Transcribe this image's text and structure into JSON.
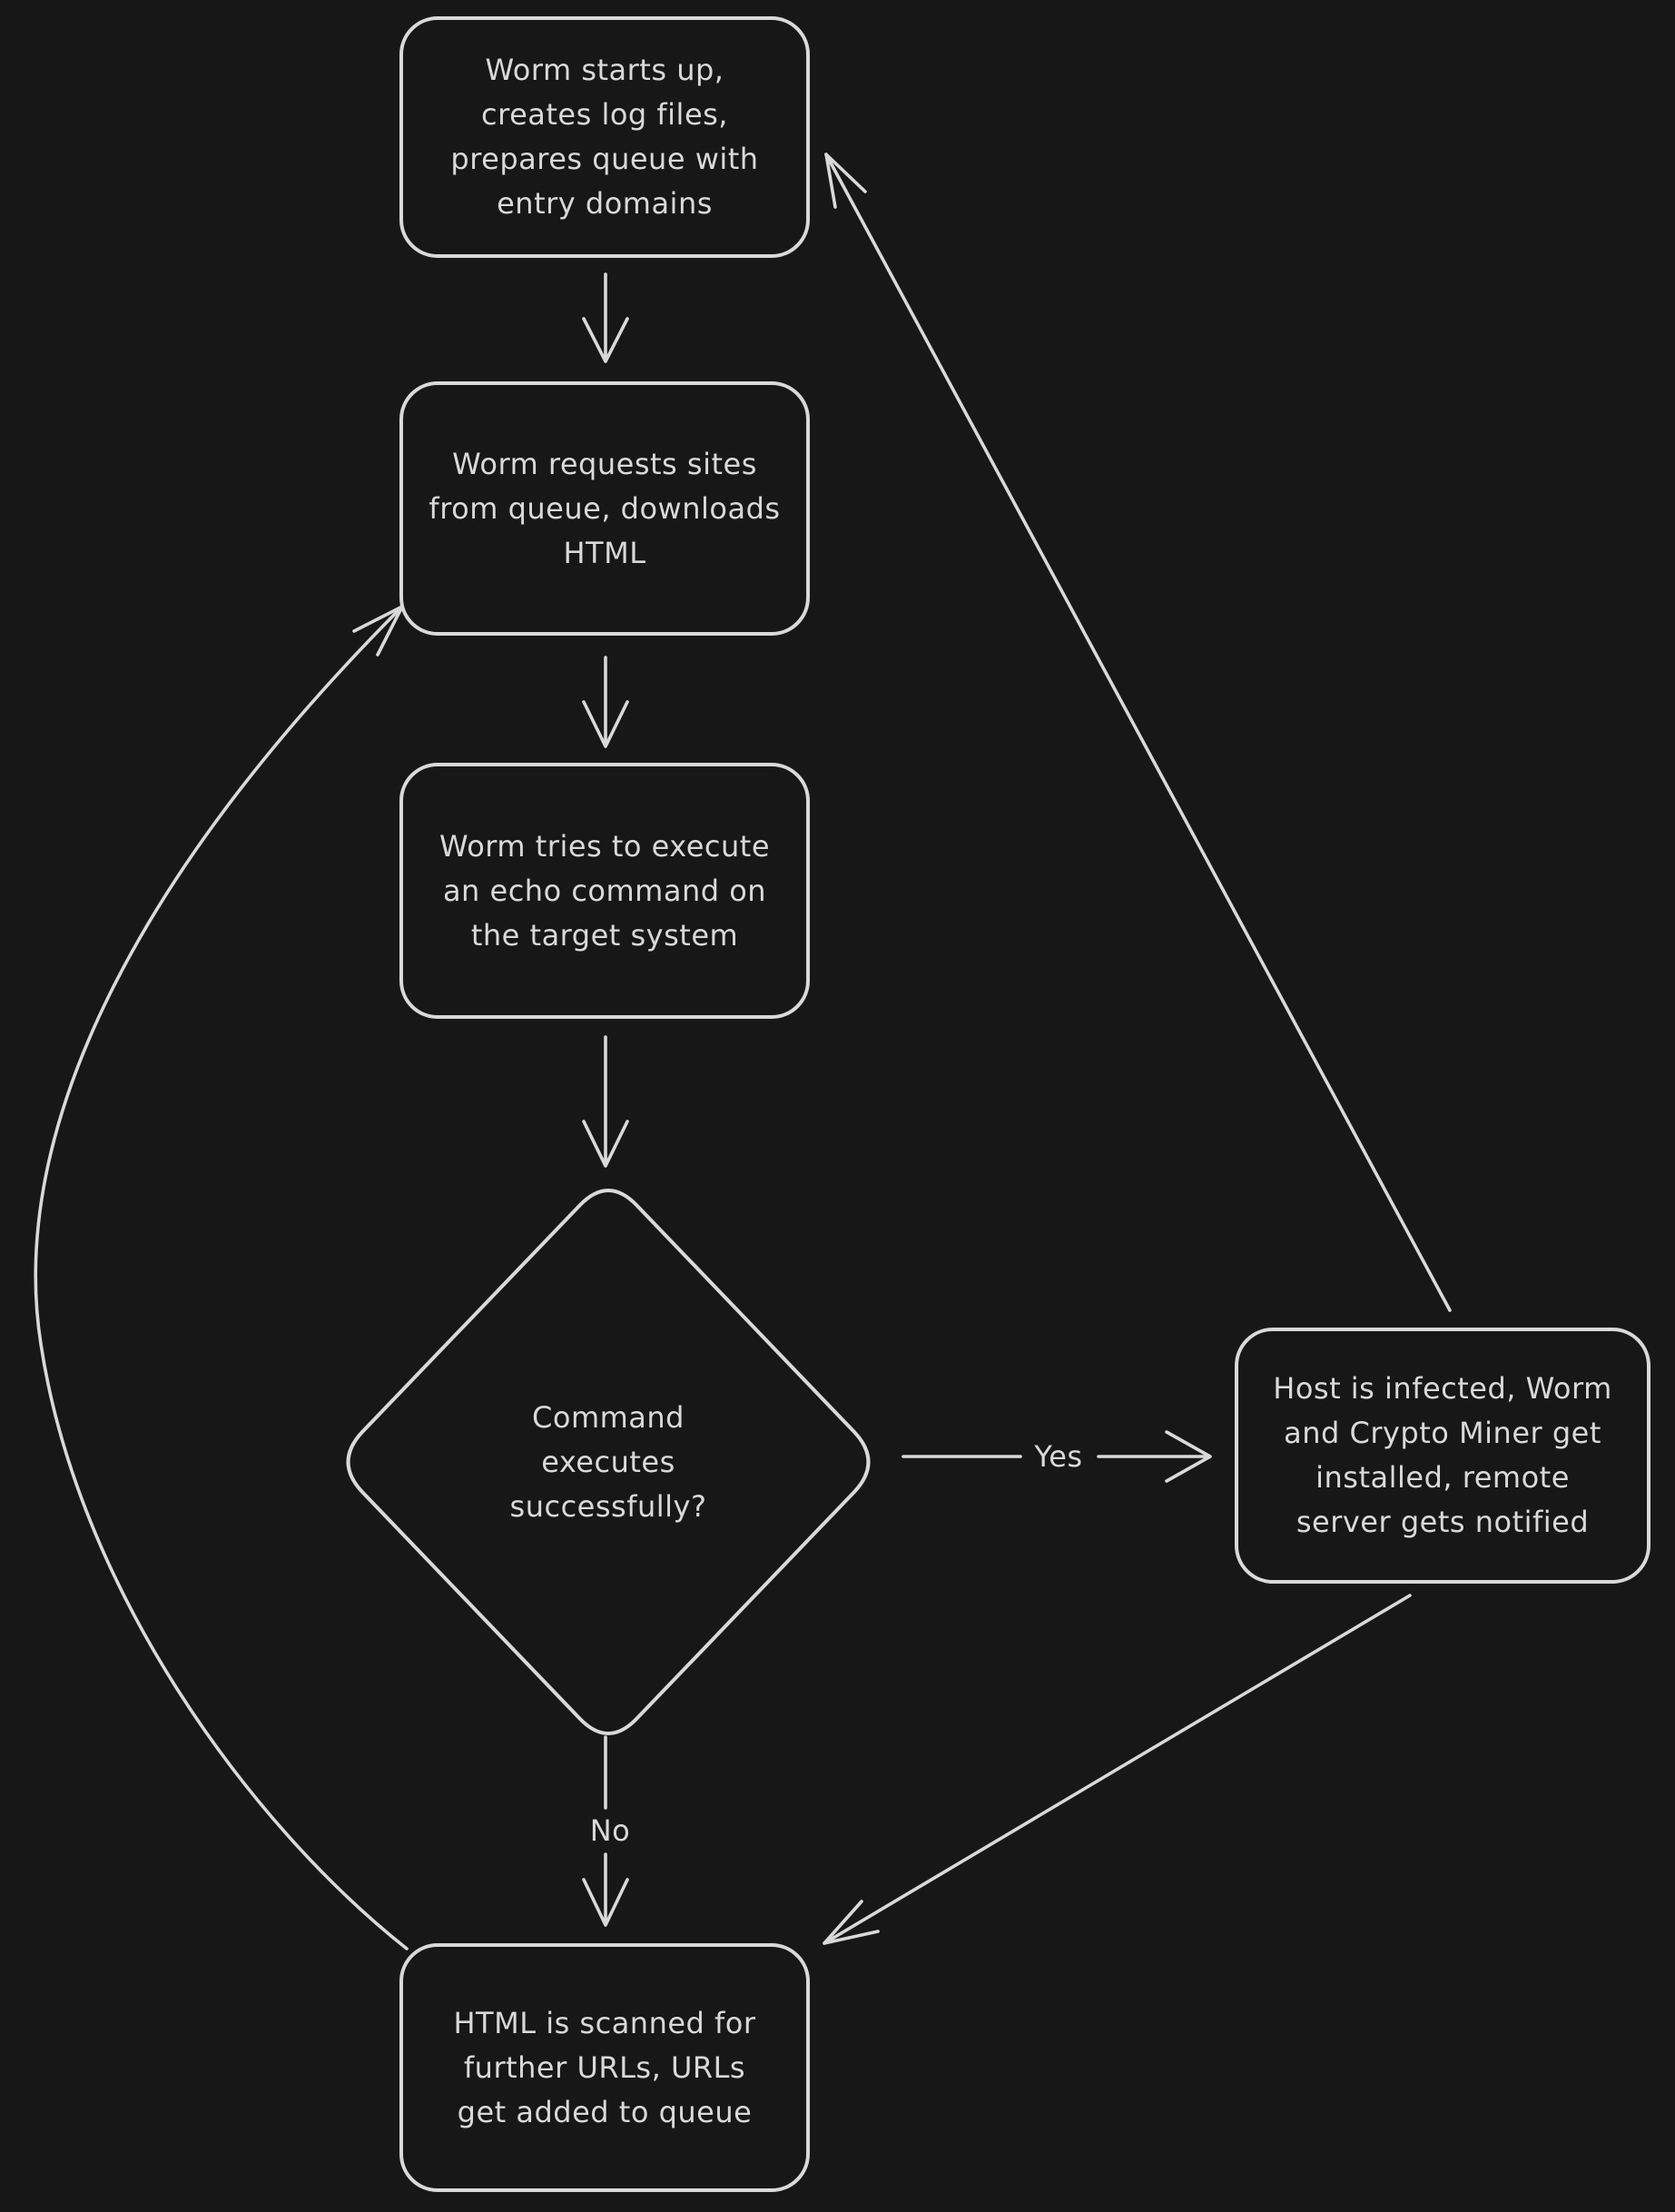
{
  "canvas": {
    "background_color": "#171717",
    "stroke_color": "#d9d9d9"
  },
  "nodes": {
    "start": {
      "lines": [
        "Worm starts up,",
        "creates log files,",
        "prepares queue with",
        "entry domains"
      ]
    },
    "request": {
      "lines": [
        "Worm requests sites",
        "from queue, downloads",
        "HTML"
      ]
    },
    "execute": {
      "lines": [
        "Worm tries to execute",
        "an echo command on",
        "the target system"
      ]
    },
    "decision": {
      "lines": [
        "Command",
        "executes",
        "successfully?"
      ]
    },
    "infected": {
      "lines": [
        "Host is infected, Worm",
        "and Crypto Miner get",
        "installed, remote",
        "server gets notified"
      ]
    },
    "scan": {
      "lines": [
        "HTML is scanned for",
        "further URLs, URLs",
        "get added to queue"
      ]
    }
  },
  "edges": {
    "yes": {
      "label": "Yes"
    },
    "no": {
      "label": "No"
    }
  }
}
